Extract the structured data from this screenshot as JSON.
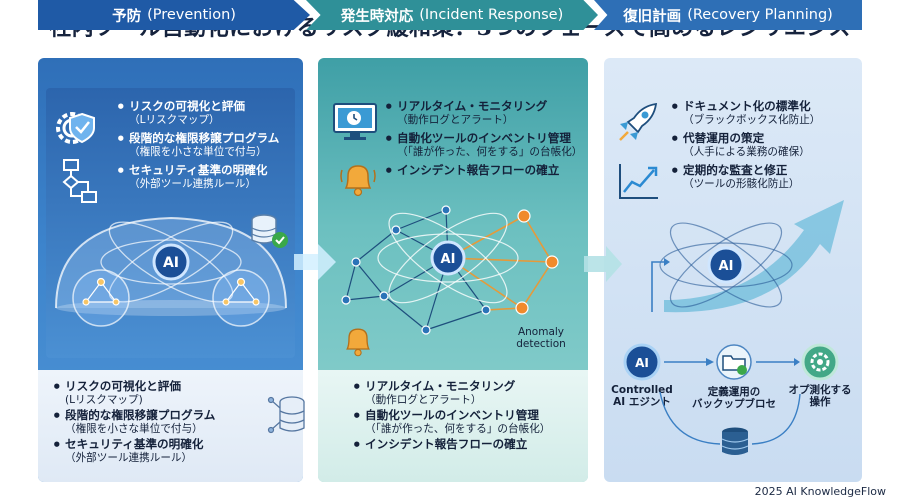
{
  "title": "社内ツール自動化におけるリスク緩和策：3つのフェーズで高めるレジリエンス",
  "phases": [
    {
      "name": "予防",
      "en": "(Prevention)",
      "items": [
        {
          "title": "リスクの可視化と評価",
          "desc": "（Lリスクマップ）"
        },
        {
          "title": "段階的な権限移譲プログラム",
          "desc": "（権限を小さな単位で付与）"
        },
        {
          "title": "セキュリティ基準の明確化",
          "desc": "（外部ツール連携ルール）"
        }
      ],
      "bottom_items": [
        {
          "title": "リスクの可視化と評価",
          "desc": "(Lリスクマップ)"
        },
        {
          "title": "段階的な権限移譲プログラム",
          "desc": "（権限を小さな単位で付与）"
        },
        {
          "title": "セキュリティ基準の明確化",
          "desc": "（外部ツール連携ルール）"
        }
      ]
    },
    {
      "name": "発生時対応",
      "en": "(Incident Response)",
      "items": [
        {
          "title": "リアルタイム・モニタリング",
          "desc": "（動作ログとアラート）"
        },
        {
          "title": "自動化ツールのインベントリ管理",
          "desc": "（「誰が作った、何をする」の台帳化）"
        },
        {
          "title": "インシデント報告フローの確立",
          "desc": ""
        }
      ],
      "bottom_items": [
        {
          "title": "リアルタイム・モニタリング",
          "desc": "（動作ログとアラート）"
        },
        {
          "title": "自動化ツールのインベントリ管理",
          "desc": "（「誰が作った、何をする」の台帳化）"
        },
        {
          "title": "インシデント報告フローの確立",
          "desc": ""
        }
      ],
      "anomaly_label_1": "Anomaly",
      "anomaly_label_2": "detection"
    },
    {
      "name": "復旧計画",
      "en": "(Recovery Planning)",
      "items": [
        {
          "title": "ドキュメント化の標準化",
          "desc": "（ブラックボックス化防止）"
        },
        {
          "title": "代替運用の策定",
          "desc": "（人手による業務の確保）"
        },
        {
          "title": "定期的な監査と修正",
          "desc": "（ツールの形骸化防止）"
        }
      ],
      "flow_nodes": [
        {
          "line1": "Controlled",
          "line2": "AI エジント"
        },
        {
          "line1": "定義運用の",
          "line2": "バックップブロセ"
        },
        {
          "line1": "オプ測化する",
          "line2": "操作"
        }
      ]
    }
  ],
  "ai_label": "AI",
  "footer": "2025 AI KnowledgeFlow",
  "colors": {
    "prevention": "#2f6fb8",
    "response": "#3f9fa6",
    "recovery": "#dce9f7",
    "alert": "#f0a33a"
  }
}
